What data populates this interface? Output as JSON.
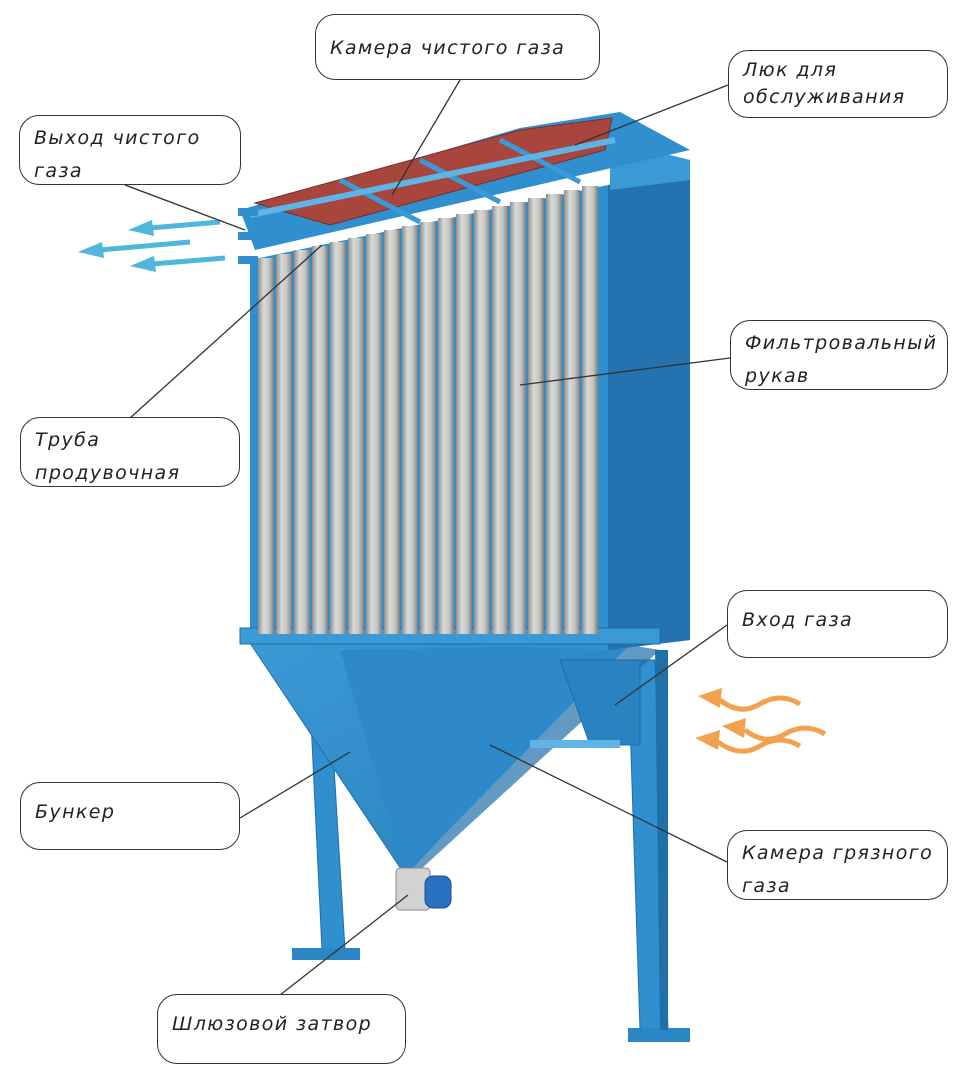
{
  "colors": {
    "body": "#2f8fcf",
    "body_dark": "#1f6fa9",
    "body_light": "#5fb4e6",
    "top_panel": "#a8453c",
    "filter_bag": "#c9c9c6",
    "arrow_out": "#4fb6dc",
    "arrow_in": "#f2a24e",
    "leader": "#333333"
  },
  "labels": {
    "clean_gas_chamber": {
      "lines": [
        "Камера чистого газа"
      ]
    },
    "service_hatch": {
      "lines": [
        "Люк для",
        "обслуживания"
      ]
    },
    "clean_gas_outlet": {
      "lines": [
        "Выход чистого",
        "газа"
      ]
    },
    "filter_bag": {
      "lines": [
        "Фильтровальный",
        "рукав"
      ]
    },
    "purge_pipe": {
      "lines": [
        "Труба",
        "продувочная"
      ]
    },
    "gas_inlet": {
      "lines": [
        "Вход газа"
      ]
    },
    "hopper": {
      "lines": [
        "Бункер"
      ]
    },
    "dirty_gas_chamber": {
      "lines": [
        "Камера грязного",
        "газа"
      ]
    },
    "rotary_valve": {
      "lines": [
        "Шлюзовой затвор"
      ]
    }
  }
}
